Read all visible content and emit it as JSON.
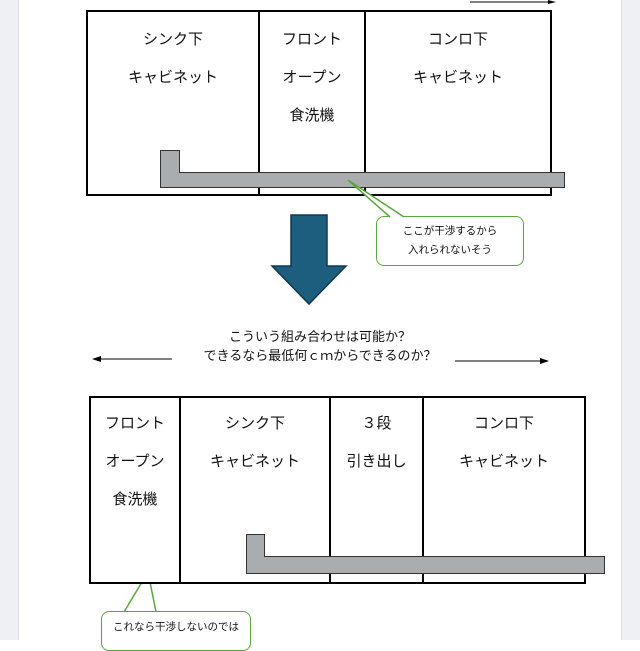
{
  "top_diagram": {
    "cabinets": [
      {
        "lines": [
          "シンク下",
          "キャビネット"
        ]
      },
      {
        "lines": [
          "フロント",
          "オープン",
          "食洗機"
        ]
      },
      {
        "lines": [
          "コンロ下",
          "キャビネット"
        ]
      }
    ],
    "callout": [
      "ここが干渉するから",
      "入れられないそう"
    ]
  },
  "question": [
    "こういう組み合わせは可能か？",
    "できるなら最低何ｃｍからできるのか？"
  ],
  "bottom_diagram": {
    "cabinets": [
      {
        "lines": [
          "フロント",
          "オープン",
          "食洗機"
        ]
      },
      {
        "lines": [
          "シンク下",
          "キャビネット"
        ]
      },
      {
        "lines": [
          "３段",
          "引き出し"
        ]
      },
      {
        "lines": [
          "コンロ下",
          "キャビネット"
        ]
      }
    ],
    "callout": [
      "これなら干渉しないのでは"
    ]
  },
  "colors": {
    "arrow": "#1d5e7e",
    "pipe": "#a9adb0",
    "callout_border": "#5aa63c"
  }
}
